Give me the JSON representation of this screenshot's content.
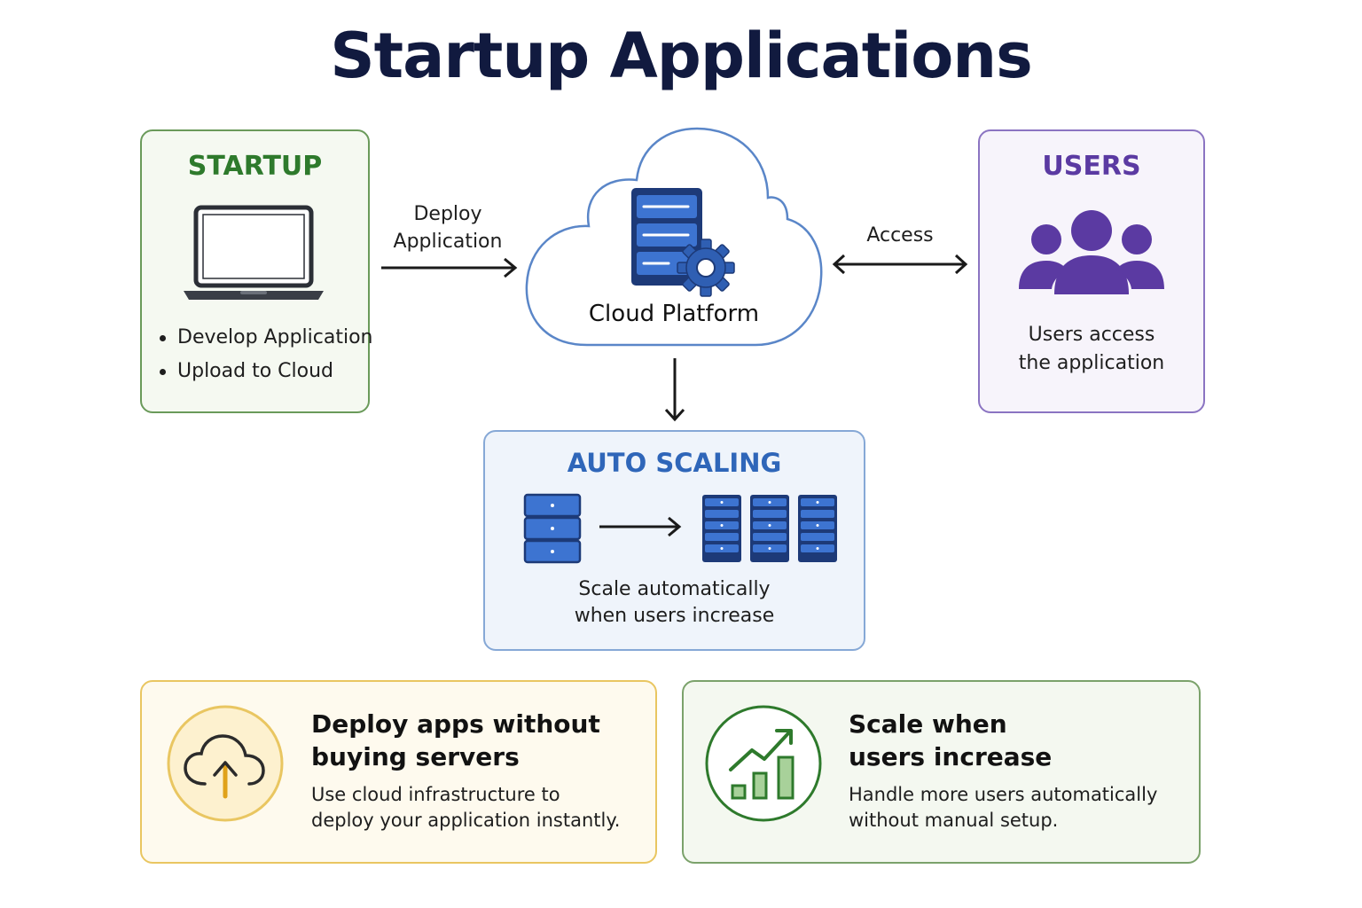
{
  "title": "Startup Applications",
  "startup": {
    "title": "STARTUP",
    "icon": "laptop-icon",
    "bullets": [
      "Develop Application",
      "Upload to Cloud"
    ],
    "color": "#2e7a2c"
  },
  "arrows": {
    "deploy_label_line1": "Deploy",
    "deploy_label_line2": "Application",
    "access_label": "Access"
  },
  "cloud": {
    "label": "Cloud Platform",
    "icon": "server-gear-icon",
    "border_color": "#5a86c8"
  },
  "users": {
    "title": "USERS",
    "icon": "users-group-icon",
    "desc_line1": "Users access",
    "desc_line2": "the application",
    "color": "#5b3aa2"
  },
  "auto_scaling": {
    "title": "AUTO SCALING",
    "desc_line1": "Scale automatically",
    "desc_line2": "when users increase",
    "color": "#2f66b9"
  },
  "cards": {
    "deploy": {
      "heading_line1": "Deploy apps without",
      "heading_line2": "buying servers",
      "text_line1": "Use cloud infrastructure to",
      "text_line2": "deploy your application instantly.",
      "icon": "cloud-upload-icon",
      "color": "#e9c661"
    },
    "scale": {
      "heading_line1": "Scale when",
      "heading_line2": "users increase",
      "text_line1": "Handle more users automatically",
      "text_line2": "without manual setup.",
      "icon": "growth-chart-icon",
      "color": "#2e7a2c"
    }
  }
}
